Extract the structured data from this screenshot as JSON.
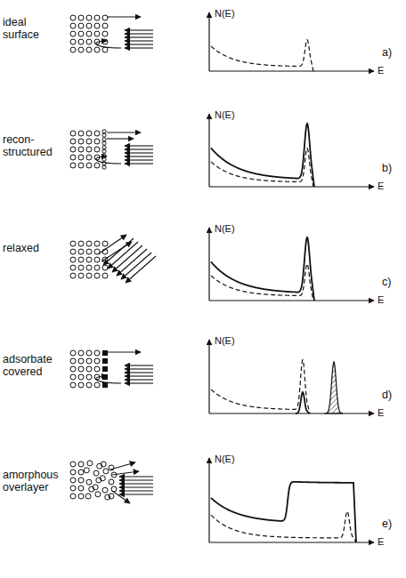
{
  "diagram": {
    "labels": [
      "ideal surface",
      "N(E)",
      "E",
      "a)",
      "recon- structured",
      "N(E)",
      "E",
      "b)",
      "relaxed",
      "N(E)",
      "E",
      "c)",
      "adsorbate covered",
      "N(E)",
      "E",
      "d)",
      "amorphous overlayer",
      "N(E)",
      "E",
      "e)"
    ]
  }
}
